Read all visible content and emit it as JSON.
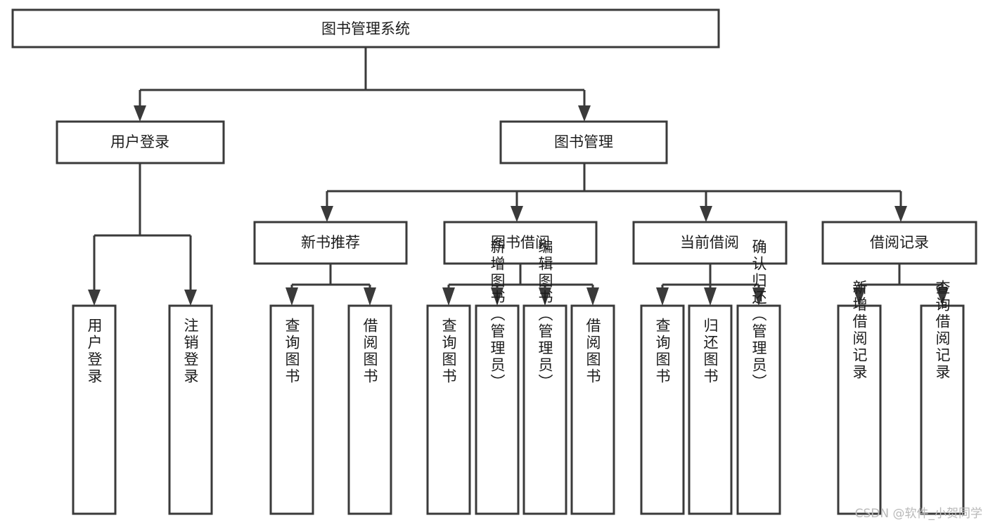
{
  "diagram": {
    "title": "图书管理系统",
    "type": "tree-hierarchy",
    "watermark": "CSDN @软件_小贺同学",
    "colors": {
      "box_stroke": "#3a3a3a",
      "box_fill": "#ffffff",
      "connector": "#3a3a3a",
      "text": "#1c1c1c",
      "watermark": "#b9b9b9",
      "background": "#ffffff"
    },
    "root": {
      "label": "图书管理系统",
      "orientation": "horizontal"
    },
    "level2": [
      {
        "label": "用户登录",
        "orientation": "horizontal"
      },
      {
        "label": "图书管理",
        "orientation": "horizontal"
      }
    ],
    "level3": [
      {
        "label": "新书推荐",
        "orientation": "horizontal"
      },
      {
        "label": "图书借阅",
        "orientation": "horizontal"
      },
      {
        "label": "当前借阅",
        "orientation": "horizontal"
      },
      {
        "label": "借阅记录",
        "orientation": "horizontal"
      }
    ],
    "leaves": {
      "user_login": [
        {
          "label": "用户登录",
          "orientation": "vertical"
        },
        {
          "label": "注销登录",
          "orientation": "vertical"
        }
      ],
      "new_book_recommend": [
        {
          "label": "查询图书",
          "orientation": "vertical"
        },
        {
          "label": "借阅图书",
          "orientation": "vertical"
        }
      ],
      "book_borrow": [
        {
          "label": "查询图书",
          "orientation": "vertical"
        },
        {
          "label": "新增图书（管理员）",
          "orientation": "vertical"
        },
        {
          "label": "编辑图书（管理员）",
          "orientation": "vertical"
        },
        {
          "label": "借阅图书",
          "orientation": "vertical"
        }
      ],
      "current_borrow": [
        {
          "label": "查询图书",
          "orientation": "vertical"
        },
        {
          "label": "归还图书",
          "orientation": "vertical"
        },
        {
          "label": "确认归还（管理员）",
          "orientation": "vertical"
        }
      ],
      "borrow_record": [
        {
          "label": "新增借阅记录",
          "orientation": "vertical"
        },
        {
          "label": "查询借阅记录",
          "orientation": "vertical"
        }
      ]
    }
  }
}
